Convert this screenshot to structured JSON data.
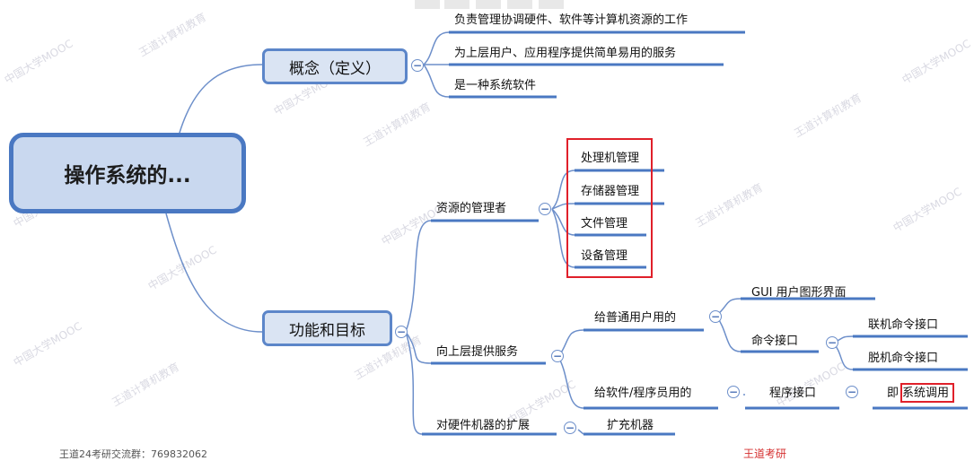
{
  "colors": {
    "line": "#6d8fca",
    "underline": "#4a78c2",
    "highlight": "#e0202a",
    "root_fill": "#c9d8ef",
    "main_fill": "#dae4f3"
  },
  "root": {
    "label": "操作系统的..."
  },
  "concept": {
    "label": "概念（定义）",
    "items": [
      "负责管理协调硬件、软件等计算机资源的工作",
      "为上层用户、应用程序提供简单易用的服务",
      "是一种系统软件"
    ]
  },
  "function": {
    "label": "功能和目标",
    "resource": {
      "label": "资源的管理者",
      "items": [
        "处理机管理",
        "存储器管理",
        "文件管理",
        "设备管理"
      ]
    },
    "service": {
      "label": "向上层提供服务",
      "user": {
        "label": "给普通用户用的",
        "gui": "GUI 用户图形界面",
        "cmd": {
          "label": "命令接口",
          "items": [
            "联机命令接口",
            "脱机命令接口"
          ]
        }
      },
      "programmer": {
        "label": "给软件/程序员用的",
        "interface": "程序接口",
        "syscall_prefix": "即",
        "syscall": "系统调用"
      }
    },
    "hardware": {
      "label": "对硬件机器的扩展",
      "child": "扩充机器"
    }
  },
  "watermarks": [
    "中国大学MOOC",
    "王道计算机教育"
  ],
  "footer": {
    "left": "王道24考研交流群：769832062",
    "right": "王道考研"
  },
  "collapse_symbol": "−"
}
